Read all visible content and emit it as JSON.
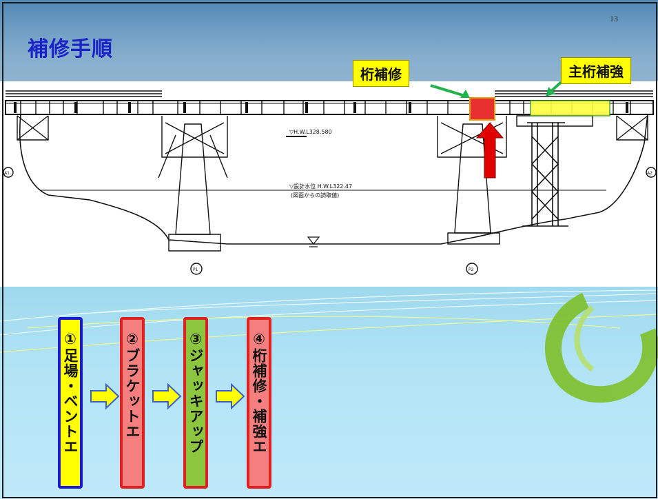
{
  "slide": {
    "title": "補修手順",
    "page_number": "13"
  },
  "callouts": {
    "girder_repair": "桁補修",
    "main_girder_reinforcement": "主桁補強"
  },
  "drawing": {
    "hwl_label": "▽H.W.L328.580",
    "design_wl_label": "▽設計水位 H.W.L322.47",
    "design_wl_note": "(図面からの読取値)",
    "pier_labels": [
      "A1",
      "P1",
      "P2",
      "A2"
    ]
  },
  "steps": [
    {
      "label": "①足場・ベントエ",
      "color": "#ffff00",
      "border": "#1a1ad6"
    },
    {
      "label": "②ブラケットエ",
      "color": "#f57f7f",
      "border": "#e02020"
    },
    {
      "label": "③ジャッキアップ",
      "color": "#8cc63f",
      "border": "#e02020"
    },
    {
      "label": "④桁補修・補強エ",
      "color": "#f57f7f",
      "border": "#e02020"
    }
  ],
  "colors": {
    "title": "#1c23c6",
    "callout_bg": "#ffff00",
    "arrow_green": "#22b14c",
    "arrow_red": "#e00000",
    "flow_arrow": "#ffff00"
  }
}
